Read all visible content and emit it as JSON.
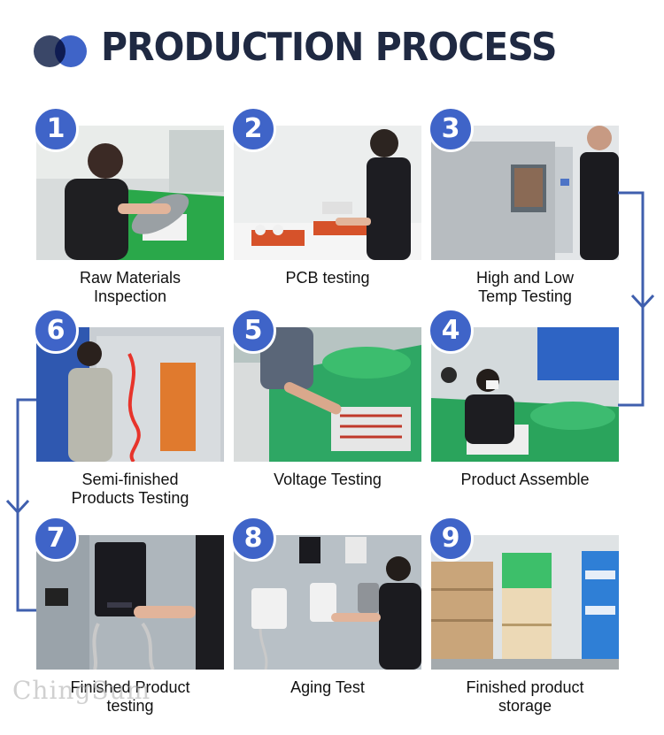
{
  "header": {
    "title": "PRODUCTION PROCESS",
    "logo_icon": "two-circles-logo-icon",
    "accent_color": "#3f64c8",
    "dark_color": "#1f2942"
  },
  "steps": [
    {
      "number": "1",
      "caption": "Raw Materials Inspection",
      "line1": "Raw Materials",
      "line2": "Inspection"
    },
    {
      "number": "2",
      "caption": "PCB testing",
      "line1": "PCB testing",
      "line2": ""
    },
    {
      "number": "3",
      "caption": "High and Low Temp Testing",
      "line1": "High and Low",
      "line2": "Temp Testing"
    },
    {
      "number": "4",
      "caption": "Product Assemble",
      "line1": "Product Assemble",
      "line2": ""
    },
    {
      "number": "5",
      "caption": "Voltage Testing",
      "line1": "Voltage Testing",
      "line2": ""
    },
    {
      "number": "6",
      "caption": "Semi-finished Products Testing",
      "line1": "Semi-finished",
      "line2": "Products Testing"
    },
    {
      "number": "7",
      "caption": "Finished Product testing",
      "line1": "Finished Product",
      "line2": "testing"
    },
    {
      "number": "8",
      "caption": "Aging Test",
      "line1": "Aging Test",
      "line2": ""
    },
    {
      "number": "9",
      "caption": "Finished product storage",
      "line1": "Finished product",
      "line2": "storage"
    }
  ],
  "watermark": "ChingSum"
}
